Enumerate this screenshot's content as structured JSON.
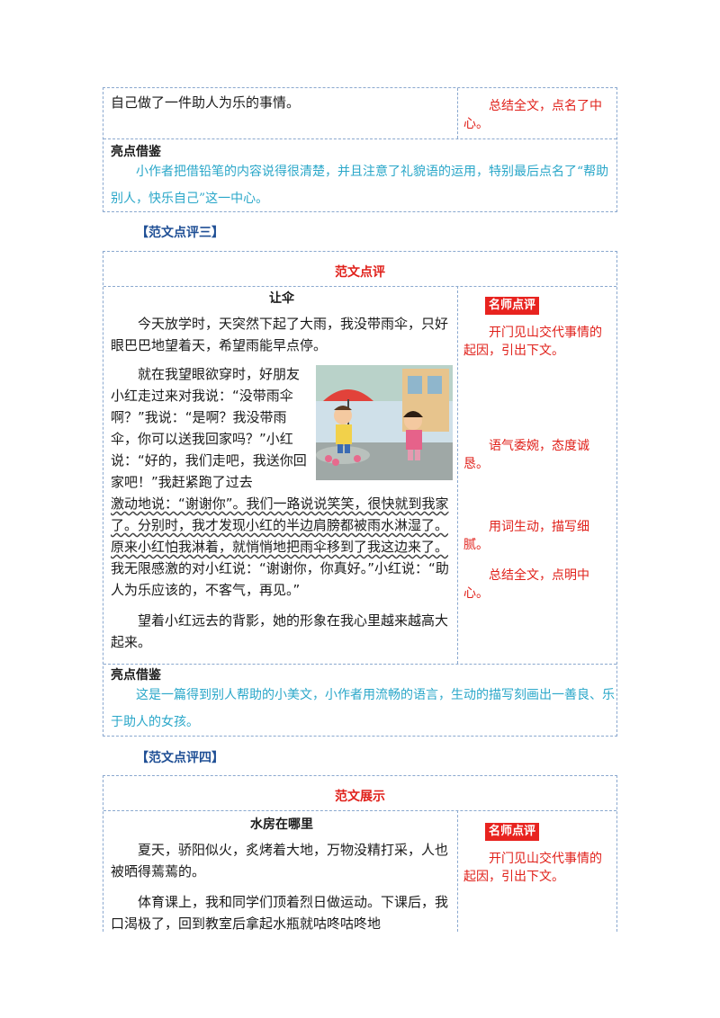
{
  "box1": {
    "row1_left": "自己做了一件助人为乐的事情。",
    "row1_right": "总结全文，点名了中心。",
    "highlight_title": "亮点借鉴",
    "highlight_text": "小作者把借铅笔的内容说得很清楚，并且注意了礼貌语的运用，特别最后点名了“帮助别人，快乐自己”这一中心。"
  },
  "section3": {
    "label": "【范文点评三】",
    "header": "范文点评",
    "essay_title": "让伞",
    "p1": "今天放学时，天突然下起了大雨，我没带雨伞，只好眼巴巴地望着天，希望雨能早点停。",
    "p2a": "就在我望眼欲穿时，好朋友小红走过来对我说：“没带雨伞啊？”我说：“是啊？我没带雨伞，你可以送我回家吗？”小红说：“好的，我们走吧，我送你回家吧！”我赶紧跑了过去",
    "p2b": "激动地说：“谢谢你”。我们一路说说笑笑，很快就到我家了。分别时，我才发现小红的半边肩膀都被雨水淋湿了。原来小红怕我淋着，就悄悄地把雨伞移到了我这边来了。",
    "p2c": "我无限感激的对小红说：“谢谢你，你真好。”小红说：“助人为乐应该的，不客气，再见。”",
    "p3": "望着小红远去的背影，她的形象在我心里越来越高大起来。",
    "badge": "名师点评",
    "comments": [
      "开门见山交代事情的起因，引出下文。",
      "语气委婉，态度诚恳。",
      "用词生动，描写细腻。",
      "总结全文，点明中心。"
    ],
    "highlight_title": "亮点借鉴",
    "highlight_text": "这是一篇得到别人帮助的小美文，小作者用流畅的语言，生动的描写刻画出一善良、乐于助人的女孩。"
  },
  "section4": {
    "label": "【范文点评四】",
    "header": "范文展示",
    "essay_title": "水房在哪里",
    "p1": "夏天，骄阳似火，炙烤着大地，万物没精打采，人也被晒得蔫蔫的。",
    "p2": "体育课上，我和同学们顶着烈日做运动。下课后，我口渴极了，回到教室后拿起水瓶就咕咚咕咚地",
    "badge": "名师点评",
    "comment": "开门见山交代事情的起因，引出下文。"
  },
  "colors": {
    "border": "#8aa8cf",
    "red": "#e0201a",
    "cyan": "#2aa7c9",
    "blue_heading": "#1f4f95"
  }
}
